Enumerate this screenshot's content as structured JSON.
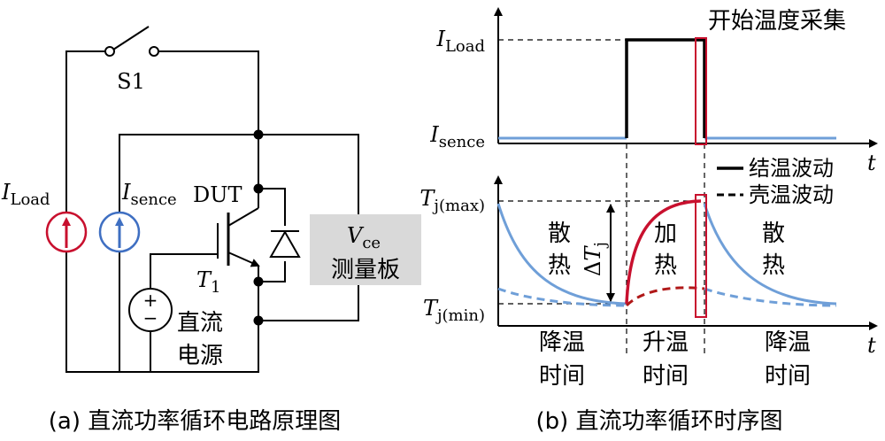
{
  "circuit": {
    "switch_label": "S1",
    "iload": {
      "main": "I",
      "sub": "Load"
    },
    "isence": {
      "main": "I",
      "sub": "sence"
    },
    "dut_label": "DUT",
    "t1": {
      "main": "T",
      "sub": "1"
    },
    "dc_source": {
      "line1": "直流",
      "line2": "电源",
      "plus": "+",
      "minus": "−"
    },
    "board": {
      "v_main": "V",
      "v_sub": "ce",
      "name": "测量板"
    },
    "caption": "(a) 直流功率循环电路原理图"
  },
  "timing": {
    "sample_label": "开始温度采集",
    "iload_axis": {
      "main": "I",
      "sub": "Load"
    },
    "isence_axis": {
      "main": "I",
      "sub": "sence"
    },
    "t_axis": "t",
    "tj_max": {
      "main": "T",
      "sub": "j(max)"
    },
    "tj_min": {
      "main": "T",
      "sub": "j(min)"
    },
    "delta_tj": {
      "delta": "Δ",
      "main": "T",
      "sub": "j"
    },
    "legend": [
      {
        "label": "结温波动",
        "style": "solid"
      },
      {
        "label": "壳温波动",
        "style": "dashed"
      }
    ],
    "region_labels": {
      "left": [
        "散",
        "热"
      ],
      "middle": [
        "加",
        "热"
      ],
      "right": [
        "散",
        "热"
      ]
    },
    "phases": [
      {
        "line1": "降温",
        "line2": "时间"
      },
      {
        "line1": "升温",
        "line2": "时间"
      },
      {
        "line1": "降温",
        "line2": "时间"
      }
    ],
    "caption": "(b) 直流功率循环时序图"
  },
  "colors": {
    "red": "#c8102e",
    "blue": "#3f6fc2",
    "light_blue": "#6f9fd8",
    "board_gray": "#d9d9d9",
    "dark_red": "#b01818"
  }
}
